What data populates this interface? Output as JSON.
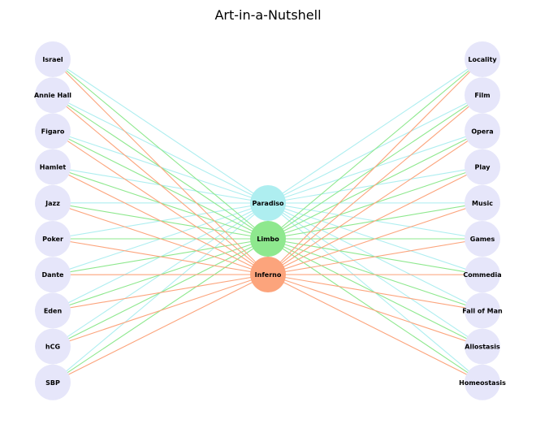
{
  "title": "Art-in-a-Nutshell",
  "left_nodes": [
    "Israel",
    "Annie Hall",
    "Figaro",
    "Hamlet",
    "Jazz",
    "Poker",
    "Dante",
    "Eden",
    "hCG",
    "SBP"
  ],
  "right_nodes": [
    "Locality",
    "Film",
    "Opera",
    "Play",
    "Music",
    "Games",
    "Commedia",
    "Fall of Man",
    "Allostasis",
    "Homeostasis"
  ],
  "center_nodes": [
    {
      "label": "Paradiso",
      "color": "#aeeef0"
    },
    {
      "label": "Limbo",
      "color": "#8ee88e"
    },
    {
      "label": "Inferno",
      "color": "#fca47c"
    }
  ],
  "side_node_color": "#e6e6fa"
}
